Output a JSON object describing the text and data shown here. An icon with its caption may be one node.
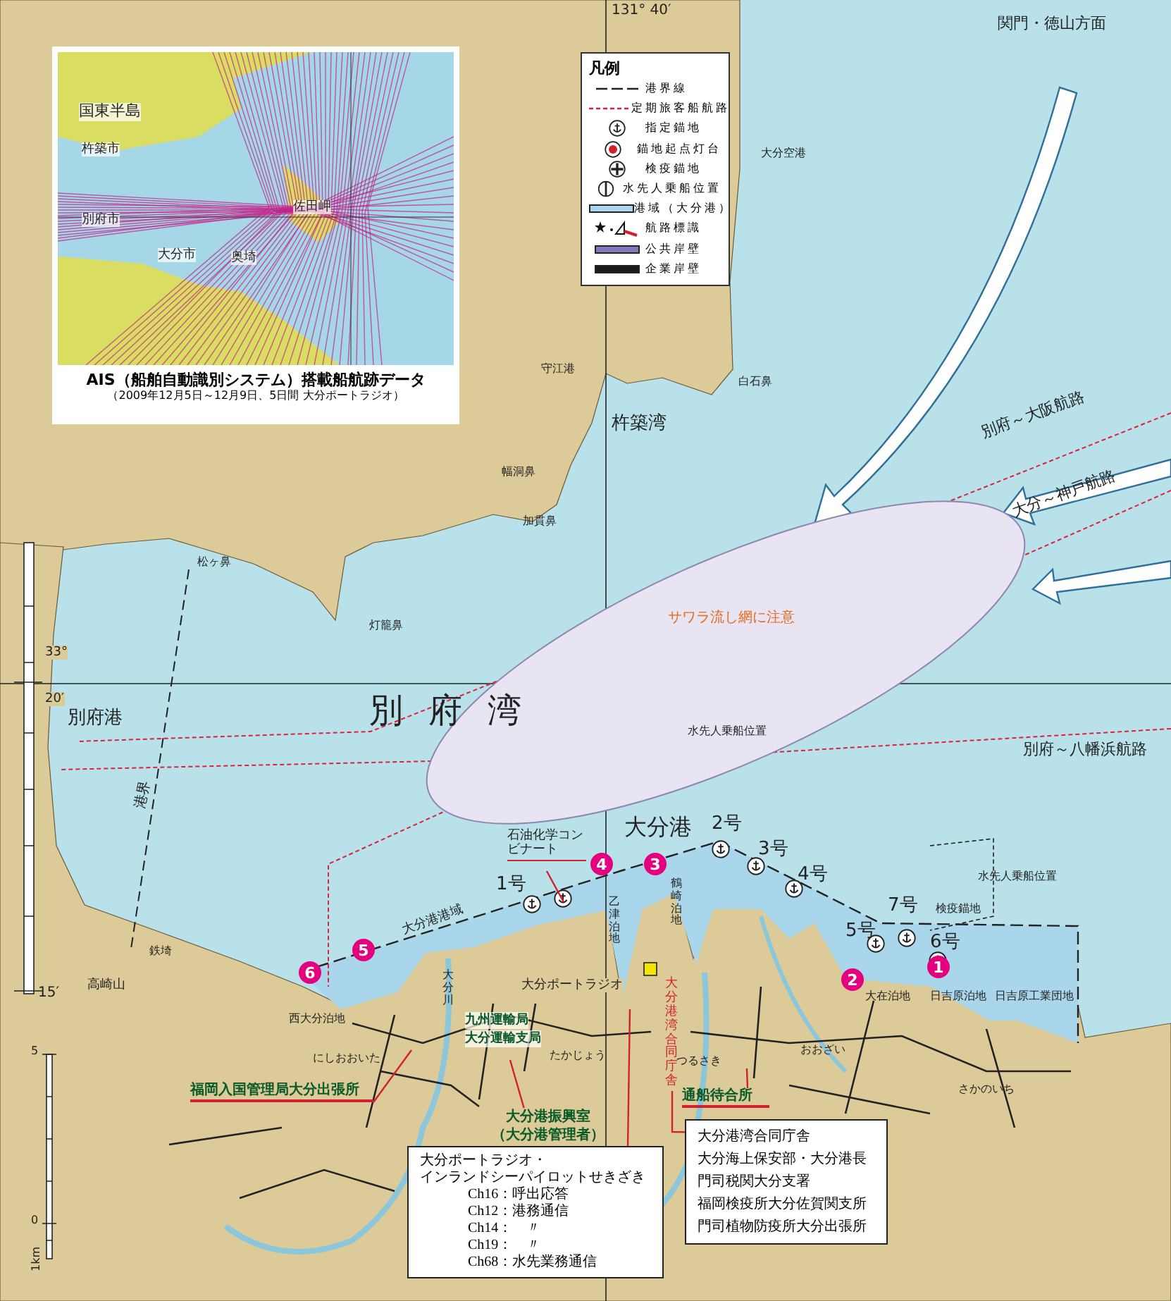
{
  "diagram": {
    "nodes": [
      {
        "text": [
          "AIS（船舶自動識別システム）搭載船航跡データ",
          "（2009年12月5日～12月9日、5日間 大分ポートラジオ）"
        ]
      },
      {
        "text": [
          "凡例"
        ]
      },
      {
        "text": [
          "サワラ流し網に注意"
        ]
      },
      {
        "text": [
          "石油化学コンビナート"
        ]
      },
      {
        "text": [
          "福岡入国管理局大分出張所"
        ]
      },
      {
        "text": [
          "大分港振興室",
          "（大分港管理者）"
        ]
      },
      {
        "text": [
          "通船待合所"
        ]
      },
      {
        "text": [
          "大分ポートラジオ・",
          "インランドシーパイロットせきざき",
          "Ch16：呼出応答",
          "Ch12：港務通信",
          "Ch14：　〃",
          "Ch19：　〃",
          "Ch68：水先業務通信"
        ]
      },
      {
        "text": [
          "大分港湾合同庁舎",
          "大分海上保安部・大分港長",
          "門司税関大分支署",
          "福岡検疫所大分佐賀関支所",
          "門司植物防疫所大分出張所"
        ]
      },
      {
        "text": [
          "大分港湾合同庁舎"
        ]
      }
    ],
    "edges": [
      {
        "from": 3,
        "to": null,
        "arrow": "none"
      },
      {
        "from": 4,
        "to": null,
        "arrow": "none"
      },
      {
        "from": 5,
        "to": null,
        "arrow": "none"
      },
      {
        "from": 7,
        "to": null,
        "arrow": "none"
      },
      {
        "from": 8,
        "to": 9,
        "arrow": "none"
      },
      {
        "from": 6,
        "to": null,
        "arrow": "none"
      }
    ],
    "labels": [
      "131° 40′",
      "国東半島",
      "杵築市",
      "佐田岬",
      "別府市",
      "大分市",
      "奥埼",
      "関門・徳山方面",
      "大分空港",
      "守江港",
      "白石鼻",
      "杵築湾",
      "幅洞鼻",
      "加貫鼻",
      "松ヶ鼻",
      "灯籠鼻",
      "別府～大阪航路",
      "大分～神戸航路",
      "33°",
      "20′",
      "別府湾",
      "別府港",
      "水先人乗船位置",
      "別府～八幡浜航路",
      "港界",
      "大分港",
      "2号",
      "3号",
      "4号",
      "1号",
      "大分港港域",
      "水先人乗船位置",
      "検疫錨地",
      "5号",
      "7号",
      "6号",
      "4",
      "3",
      "5",
      "6",
      "2",
      "1",
      "乙津泊地",
      "鶴崎泊地",
      "大分川",
      "西大分泊地",
      "大分ポートラジオ",
      "九州運輸局",
      "大分運輸支局",
      "大在泊地",
      "日吉原泊地",
      "日吉原工業団地",
      "にしおおいた",
      "たかじょう",
      "つるさき",
      "おおざい",
      "さかのいち",
      "高崎山",
      "鉄埼",
      "15′",
      "5",
      "0",
      "1km"
    ],
    "legend": [
      {
        "text": "港界線"
      },
      {
        "text": "定期旅客船航路"
      },
      {
        "text": "指定錨地"
      },
      {
        "text": "錨地起点灯台"
      },
      {
        "text": "検疫錨地"
      },
      {
        "text": "水先人乗船位置"
      },
      {
        "text": "港域（大分港）",
        "color": "#a9d6ea"
      },
      {
        "text": "航路標識"
      },
      {
        "text": "公共岸壁",
        "color": "#8476b8"
      },
      {
        "text": "企業岸壁",
        "color": "#1a1a1a"
      }
    ]
  }
}
